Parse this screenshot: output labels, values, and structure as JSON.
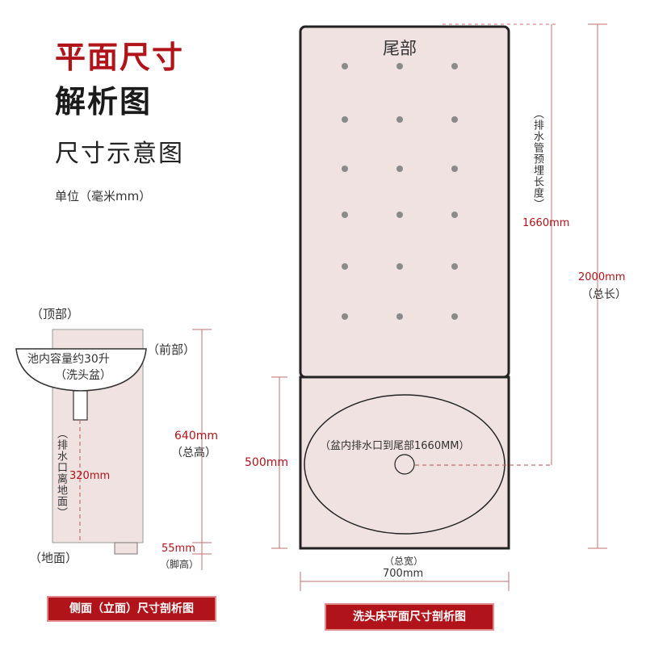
{
  "titles": {
    "line1": "平面尺寸",
    "line2": "解析图",
    "line3": "尺寸示意图",
    "unit": "单位（毫米mm）"
  },
  "side_view": {
    "top_label": "（顶部）",
    "front_label": "（前部）",
    "ground_label": "（地面）",
    "basin_capacity": "池内容量约30升",
    "basin_name": "（洗头盆）",
    "drain_height_label": "（排水口离地面）",
    "drain_height_value": "320mm",
    "total_height_value": "640mm",
    "total_height_label": "（总高）",
    "foot_height_value": "55mm",
    "foot_height_label": "（脚高）",
    "caption": "侧面（立面）尺寸剖析图"
  },
  "plan_view": {
    "tail_label": "尾部",
    "drain_pipe_label": "（排水管预埋长度）",
    "drain_pipe_value": "1660mm",
    "total_length_value": "2000mm",
    "total_length_label": "（总长）",
    "basin_section_value": "500mm",
    "basin_drain_text": "（盆内排水口到尾部1660MM）",
    "total_width_label": "（总宽）",
    "total_width_value": "700mm",
    "caption": "洗头床平面尺寸剖析图"
  },
  "colors": {
    "accent": "#b0141a",
    "bed_fill": "#f0e2e0",
    "outline": "#222222",
    "dim_line": "#c07070"
  }
}
